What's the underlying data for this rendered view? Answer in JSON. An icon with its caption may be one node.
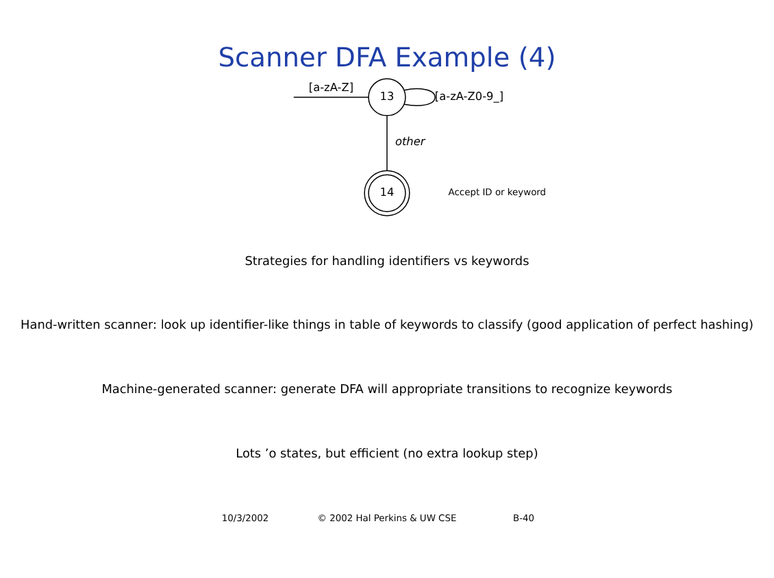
{
  "diagram": {
    "title": "Scanner DFA Example (4)",
    "nodes": [
      {
        "text": [
          "13"
        ]
      },
      {
        "text": [
          "14"
        ],
        "beside": [
          "Accept ID or keyword"
        ]
      }
    ],
    "edges": [
      {
        "from": null,
        "to": 0,
        "arrow": "none",
        "label": "[a-zA-Z]"
      },
      {
        "from": 0,
        "to": 0,
        "arrow": "none",
        "label": "[a-zA-Z0-9_]"
      },
      {
        "from": 0,
        "to": 1,
        "arrow": "none",
        "label": "other"
      }
    ],
    "labels": [
      "Strategies for handling identifiers vs keywords",
      "Hand-written scanner: look up identifier-like things in table of keywords to classify (good application of perfect hashing)",
      "Machine-generated scanner: generate DFA will appropriate transitions to recognize keywords",
      "Lots ’o states, but efficient (no extra lookup step)",
      "10/3/2002",
      "© 2002 Hal Perkins & UW CSE",
      "B-40"
    ]
  }
}
